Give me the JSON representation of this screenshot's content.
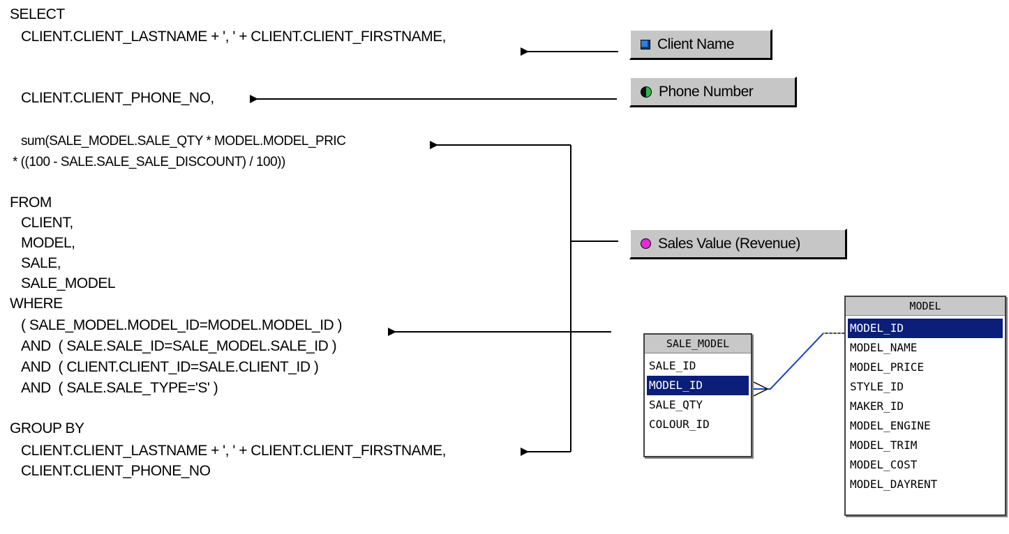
{
  "sql": {
    "select_kw": "SELECT",
    "select_line1": "CLIENT.CLIENT_LASTNAME + ', ' + CLIENT.CLIENT_FIRSTNAME,",
    "select_line2": "CLIENT.CLIENT_PHONE_NO,",
    "select_line3a": "sum(SALE_MODEL.SALE_QTY * MODEL.MODEL_PRIC",
    "select_line3b": "* ((100 - SALE.SALE_SALE_DISCOUNT) / 100))",
    "from_kw": "FROM",
    "from_tables": [
      "CLIENT,",
      "MODEL,",
      "SALE,",
      "SALE_MODEL"
    ],
    "where_kw": "WHERE",
    "where_lines": [
      "( SALE_MODEL.MODEL_ID=MODEL.MODEL_ID )",
      "AND  ( SALE.SALE_ID=SALE_MODEL.SALE_ID )",
      "AND  ( CLIENT.CLIENT_ID=SALE.CLIENT_ID )",
      "AND  ( SALE.SALE_TYPE='S' )"
    ],
    "group_kw": "GROUP BY",
    "group_lines": [
      "CLIENT.CLIENT_LASTNAME + ', ' + CLIENT.CLIENT_FIRSTNAME,",
      "CLIENT.CLIENT_PHONE_NO"
    ]
  },
  "objects": {
    "client_name": {
      "label": "Client Name",
      "icon": "dimension-icon"
    },
    "phone_number": {
      "label": "Phone Number",
      "icon": "detail-icon"
    },
    "sales_value": {
      "label": "Sales Value (Revenue)",
      "icon": "measure-icon"
    }
  },
  "tables": {
    "sale_model": {
      "title": "SALE_MODEL",
      "columns": [
        "SALE_ID",
        "MODEL_ID",
        "SALE_QTY",
        "COLOUR_ID"
      ],
      "selected": "MODEL_ID"
    },
    "model": {
      "title": "MODEL",
      "columns": [
        "MODEL_ID",
        "MODEL_NAME",
        "MODEL_PRICE",
        "STYLE_ID",
        "MAKER_ID",
        "MODEL_ENGINE",
        "MODEL_TRIM",
        "MODEL_COST",
        "MODEL_DAYRENT"
      ],
      "selected": "MODEL_ID"
    }
  },
  "colors": {
    "selection": "#0a1e7a",
    "button_face": "#c6c6c6",
    "join_line": "#1a3fbf"
  }
}
